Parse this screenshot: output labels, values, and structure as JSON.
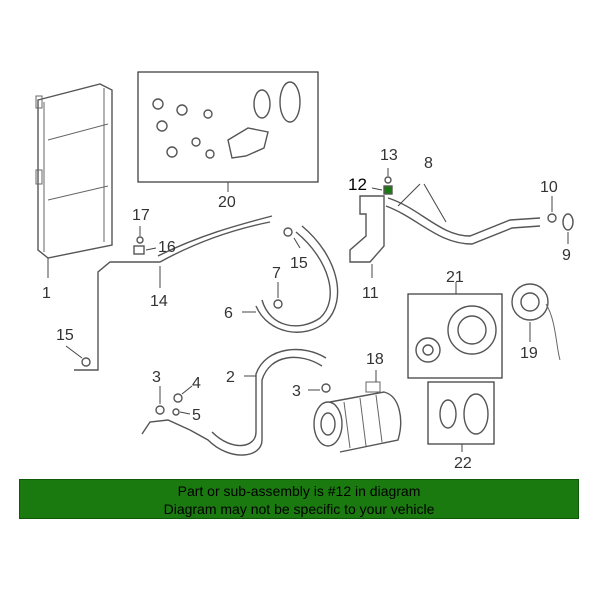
{
  "callouts": {
    "c1": "1",
    "c2": "2",
    "c3a": "3",
    "c3b": "3",
    "c4": "4",
    "c5": "5",
    "c6": "6",
    "c7": "7",
    "c8": "8",
    "c9": "9",
    "c10": "10",
    "c11": "11",
    "c12": "12",
    "c13": "13",
    "c14": "14",
    "c15a": "15",
    "c15b": "15",
    "c16": "16",
    "c17": "17",
    "c18": "18",
    "c19": "19",
    "c20": "20",
    "c21": "21",
    "c22": "22"
  },
  "highlight_color": "#1a7a10",
  "banner": {
    "line1": "Part or sub-assembly is #12 in diagram",
    "line2": "Diagram may not be specific to your vehicle"
  }
}
